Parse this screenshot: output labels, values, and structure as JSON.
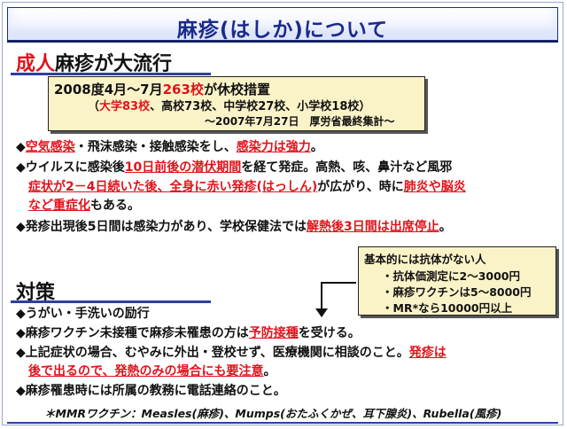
{
  "title": "麻疹(はしか)について",
  "heading": {
    "red": "成人",
    "rest": "麻疹が大流行"
  },
  "notice": {
    "line1_a": "2008度4月～7月",
    "line1_b": "263校",
    "line1_c": "が休校措置",
    "line2_open": "（",
    "line2_a": "大学83校",
    "line2_b": "、高校73校、中学校27校、小学校18校）",
    "line3": "～2007年7月27日　厚労省最終集計～"
  },
  "bullets": {
    "b1_mark": "◆",
    "b1_a": "空気感染",
    "b1_b": "・飛沫感染・接触感染をし、",
    "b1_c": "感染力は強力",
    "b1_d": "。",
    "b2_mark": "◆",
    "b2_a": "ウイルスに感染後",
    "b2_b": "10日前後の潜伏期間",
    "b2_c": "を経て発症。高熱、咳、鼻汁など風邪",
    "b2_d": "症状が2－4日続いた後、全身に赤い発疹(はっしん)",
    "b2_e": "が広がり、時に",
    "b2_f": "肺炎や脳炎",
    "b2_g": "など重症化",
    "b2_h": "もある。",
    "b3_mark": "◆",
    "b3_a": "発疹出現後5日間は感染力があり、学校保健法では",
    "b3_b": "解熱後3日間は出席停止",
    "b3_c": "。"
  },
  "antibody": {
    "line1": "基本的には抗体がない人",
    "line2": "・抗体価測定に2～3000円",
    "line3": "・麻疹ワクチンは5～8000円",
    "line4": "・MR*なら10000円以上"
  },
  "taisaku": {
    "heading": "対策",
    "t1": "◆うがい・手洗いの励行",
    "t2_a": "◆麻疹ワクチン未接種で麻疹未罹患の方は",
    "t2_b": "予防接種",
    "t2_c": "を受ける。",
    "t3_a": "◆上記症状の場合、むやみに外出・登校せず、医療機関に相談のこと。",
    "t3_b": "発疹は",
    "t3_c": "後で出るので、発熱のみの場合にも要注意",
    "t3_d": "。",
    "t4": "◆麻疹罹患時には所属の教務に電話連絡のこと。"
  },
  "footnote": "＊MMRワクチン：Measles(麻疹)、Mumps(おたふくかぜ、耳下腺炎)、Rubella(風疹)"
}
